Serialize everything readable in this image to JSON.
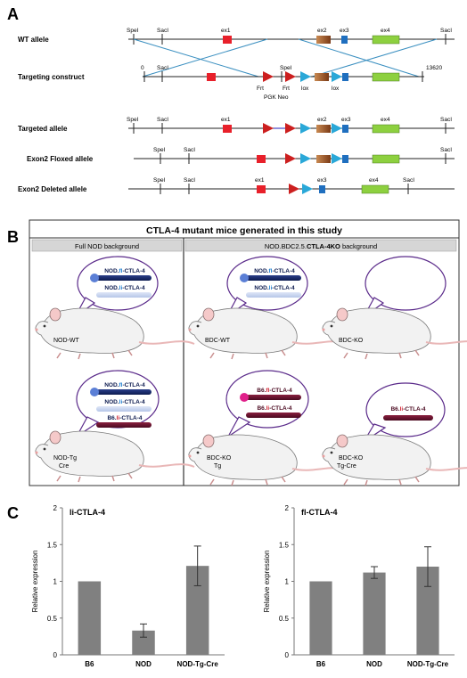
{
  "panel_a": {
    "letter": "A",
    "rows": [
      {
        "label": "WT allele",
        "sites": [
          "SpeI",
          "SacI",
          "SacI"
        ],
        "exons": [
          "ex1",
          "ex2",
          "ex3",
          "ex4"
        ]
      },
      {
        "label": "Targeting construct",
        "start": "0",
        "end": "13620",
        "sites": [
          "SacI",
          "SpeI"
        ],
        "elements": [
          "Frt",
          "PGK Neo",
          "Frt",
          "lox",
          "lox"
        ]
      },
      {
        "label": "Targeted allele",
        "sites": [
          "SpeI",
          "SacI",
          "SacI"
        ],
        "exons": [
          "ex1",
          "ex2",
          "ex3",
          "ex4"
        ]
      },
      {
        "label": "Exon2 Floxed allele",
        "sites": [
          "SpeI",
          "SacI",
          "SacI"
        ]
      },
      {
        "label": "Exon2 Deleted allele",
        "sites": [
          "SpeI",
          "SacI",
          "SacI"
        ],
        "exons": [
          "ex1",
          "ex3",
          "ex4"
        ]
      }
    ],
    "colors": {
      "ex1": "#e8202a",
      "ex2": "#a0522d",
      "ex3": "#1f6fbf",
      "ex4": "#8dd03f",
      "frt": "#cc1f1f",
      "lox": "#2aa8d8",
      "cross": "#3a8fc0"
    }
  },
  "panel_b": {
    "letter": "B",
    "title": "CTLA-4 mutant mice generated in this study",
    "left_header": "Full NOD background",
    "right_header_pre": "NOD.BDC2.5.",
    "right_header_bold": "CTLA-4KO",
    "right_header_post": " background",
    "mice": [
      {
        "name": "NOD-WT",
        "bubble": [
          {
            "pre": "NOD.",
            "iso": "fl",
            "post": "-CTLA-4"
          },
          {
            "pre": "NOD.",
            "iso": "li",
            "post": "-CTLA-4"
          }
        ]
      },
      {
        "name": "BDC-WT",
        "bubble": [
          {
            "pre": "NOD.",
            "iso": "fl",
            "post": "-CTLA-4"
          },
          {
            "pre": "NOD.",
            "iso": "li",
            "post": "-CTLA-4"
          }
        ]
      },
      {
        "name": "BDC-KO",
        "bubble": []
      },
      {
        "name": "NOD-Tg",
        "name2": "Cre",
        "bubble": [
          {
            "pre": "NOD.",
            "iso": "fl",
            "post": "-CTLA-4"
          },
          {
            "pre": "NOD.",
            "iso": "li",
            "post": "-CTLA-4"
          },
          {
            "pre": "B6.",
            "iso": "li",
            "post": "-CTLA-4"
          }
        ]
      },
      {
        "name": "BDC-KO",
        "name2": "Tg",
        "bubble": [
          {
            "pre": "B6.",
            "iso": "fl",
            "post": "-CTLA-4"
          },
          {
            "pre": "B6.",
            "iso": "li",
            "post": "-CTLA-4"
          }
        ]
      },
      {
        "name": "BDC-KO",
        "name2": "Tg-Cre",
        "bubble": [
          {
            "pre": "B6.",
            "iso": "li",
            "post": "-CTLA-4"
          }
        ]
      }
    ]
  },
  "panel_c": {
    "letter": "C"
  },
  "chart_data": [
    {
      "type": "bar",
      "title": "li-CTLA-4",
      "ylabel": "Relative expression",
      "categories": [
        "B6",
        "NOD",
        "NOD-Tg-Cre"
      ],
      "values": [
        1.0,
        0.33,
        1.21
      ],
      "errors": [
        0,
        0.09,
        0.27
      ],
      "ylim": [
        0,
        2
      ],
      "yticks": [
        "0",
        "0.5",
        "1",
        "1.5",
        "2"
      ],
      "bar_color": "#808080"
    },
    {
      "type": "bar",
      "title": "fl-CTLA-4",
      "ylabel": "Relative expression",
      "categories": [
        "B6",
        "NOD",
        "NOD-Tg-Cre"
      ],
      "values": [
        1.0,
        1.12,
        1.2
      ],
      "errors": [
        0,
        0.08,
        0.27
      ],
      "ylim": [
        0,
        2
      ],
      "yticks": [
        "0",
        "0.5",
        "1",
        "1.5",
        "2"
      ],
      "bar_color": "#808080"
    }
  ]
}
